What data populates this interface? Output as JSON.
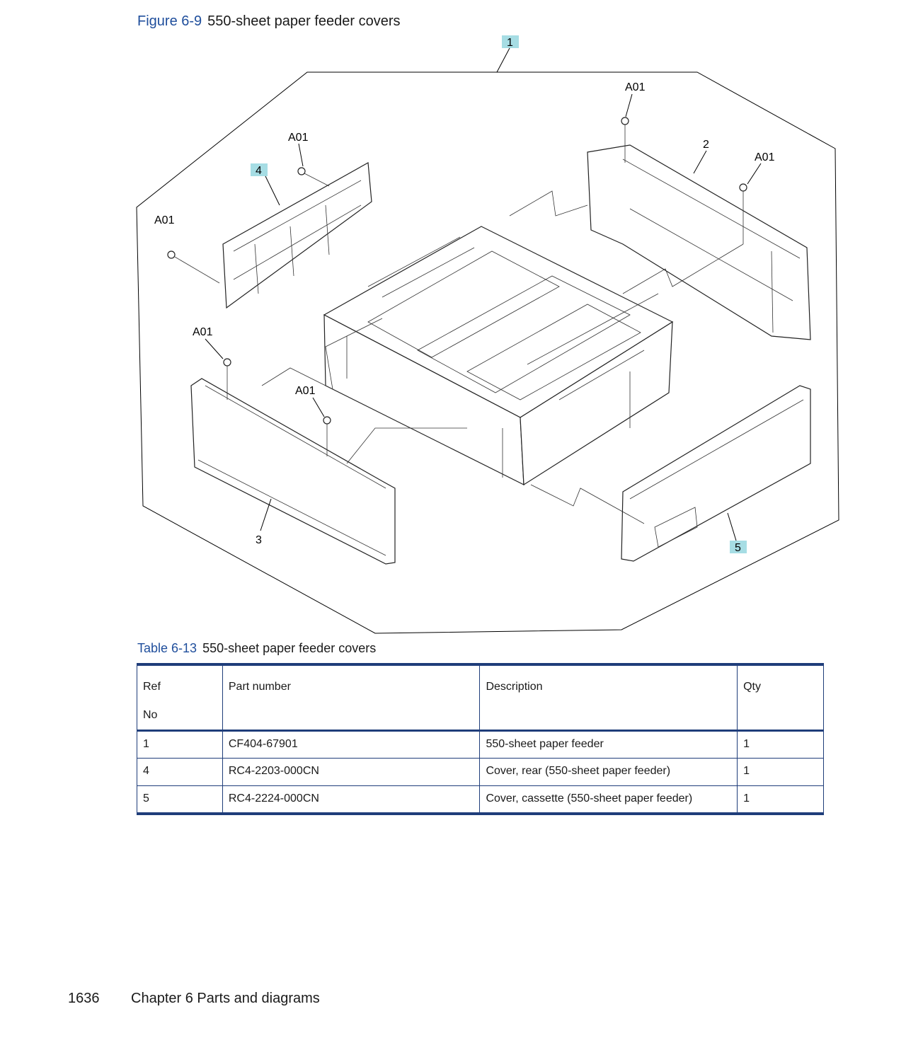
{
  "figure": {
    "label": "Figure 6-9",
    "title": "550-sheet paper feeder covers",
    "callouts": {
      "c1": "1",
      "c2": "2",
      "c3": "3",
      "c4": "4",
      "c5": "5",
      "screw": "A01"
    }
  },
  "table": {
    "label": "Table 6-13",
    "title": "550-sheet paper feeder covers",
    "headers": {
      "ref_line1": "Ref",
      "ref_line2": "No",
      "part_number": "Part number",
      "description": "Description",
      "qty": "Qty"
    },
    "rows": [
      {
        "ref": "1",
        "part_number": "CF404-67901",
        "description": "550-sheet paper feeder",
        "qty": "1"
      },
      {
        "ref": "4",
        "part_number": "RC4-2203-000CN",
        "description": "Cover, rear (550-sheet paper feeder)",
        "qty": "1"
      },
      {
        "ref": "5",
        "part_number": "RC4-2224-000CN",
        "description": "Cover, cassette (550-sheet paper feeder)",
        "qty": "1"
      }
    ]
  },
  "footer": {
    "page_number": "1636",
    "chapter": "Chapter 6  Parts and diagrams"
  }
}
